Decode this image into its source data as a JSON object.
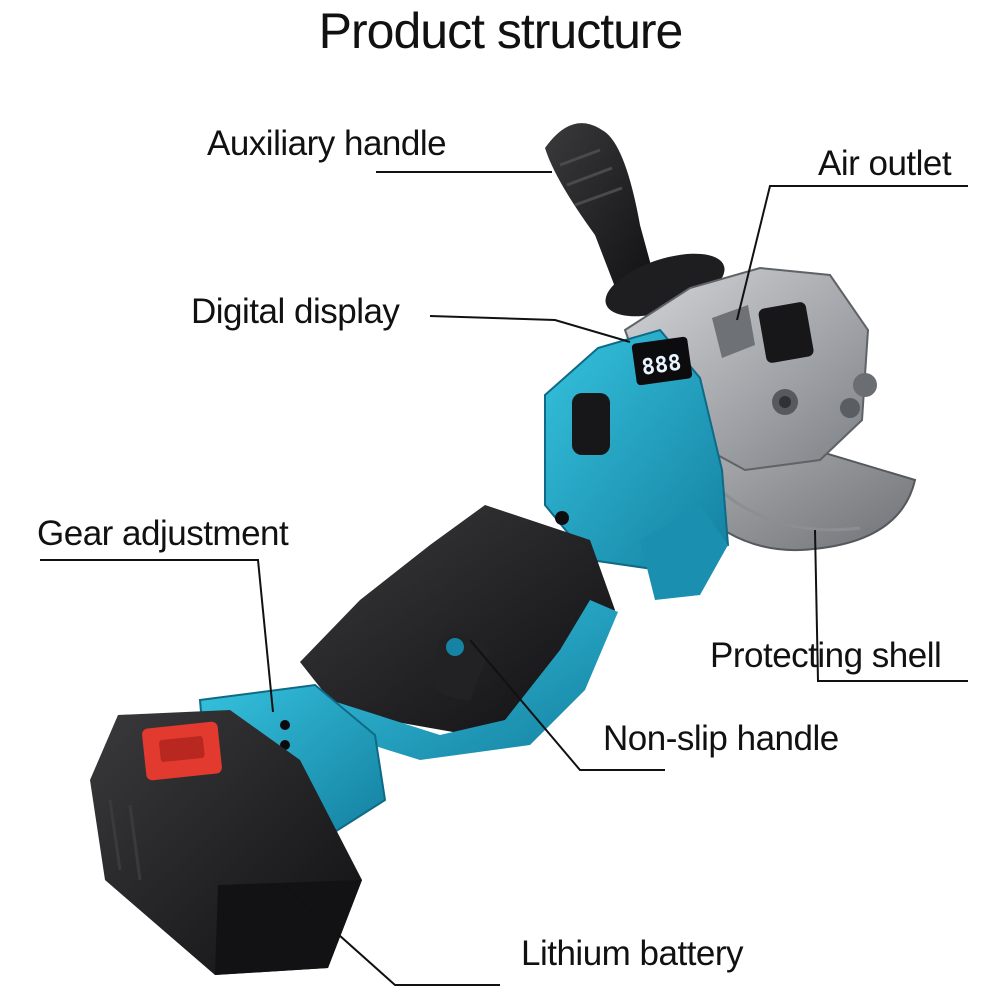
{
  "title": "Product structure",
  "callouts": {
    "auxiliary_handle": "Auxiliary handle",
    "air_outlet": "Air outlet",
    "digital_display": "Digital display",
    "gear_adjustment": "Gear adjustment",
    "protecting_shell": "Protecting shell",
    "non_slip_handle": "Non-slip handle",
    "lithium_battery": "Lithium battery"
  },
  "display_readout": "888",
  "colors": {
    "body_teal": "#1e9dbd",
    "body_dark": "#1c1c1e",
    "metal_gray": "#a3a6aa",
    "battery_button": "#e23a2f",
    "text": "#111111"
  }
}
